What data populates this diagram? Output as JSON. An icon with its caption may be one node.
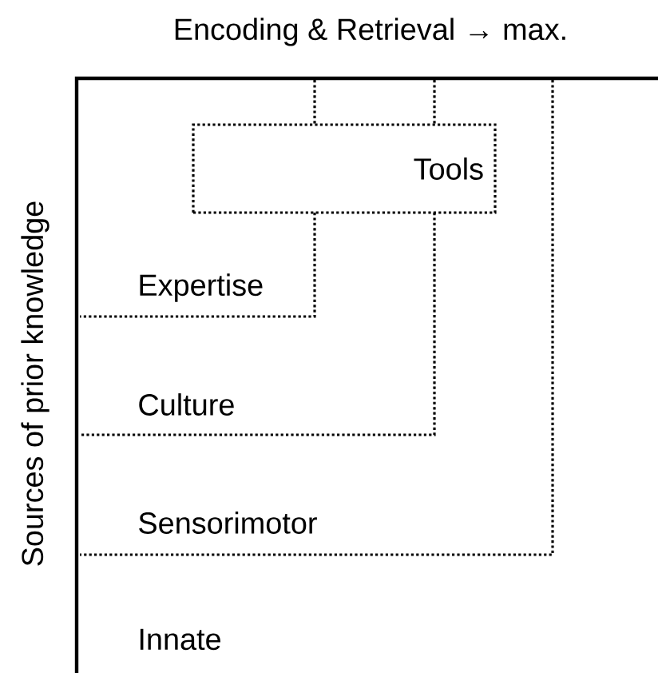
{
  "diagram": {
    "title": "Encoding & Retrieval → max.",
    "nodes": [
      {
        "text": [
          "Tools"
        ]
      }
    ],
    "labels": [
      "Sources of prior knowledge",
      "Expertise",
      "Culture",
      "Sensorimotor",
      "Innate"
    ]
  }
}
